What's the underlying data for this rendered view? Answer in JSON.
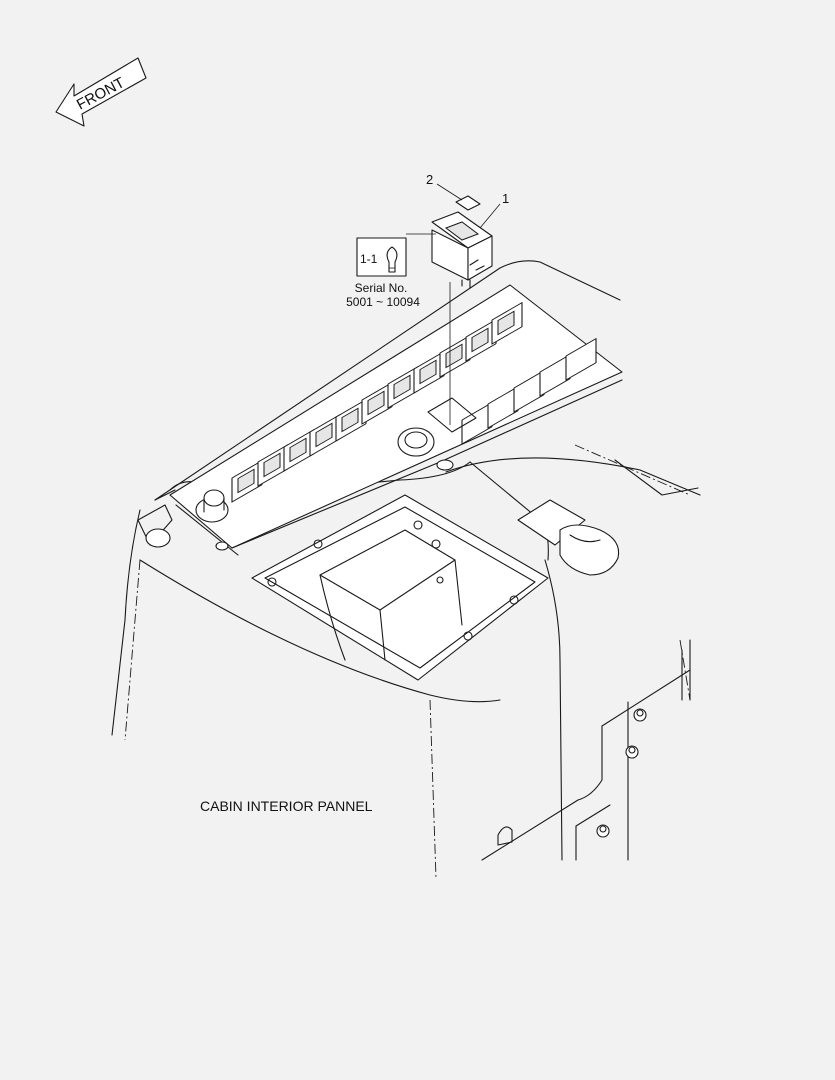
{
  "front_arrow": {
    "label": "FRONT"
  },
  "callouts": {
    "item_1": "1",
    "item_2": "2",
    "item_1_1": "1-1"
  },
  "serial": {
    "line1": "Serial No.",
    "line2": "5001 ~ 10094"
  },
  "caption": "CABIN INTERIOR PANNEL"
}
